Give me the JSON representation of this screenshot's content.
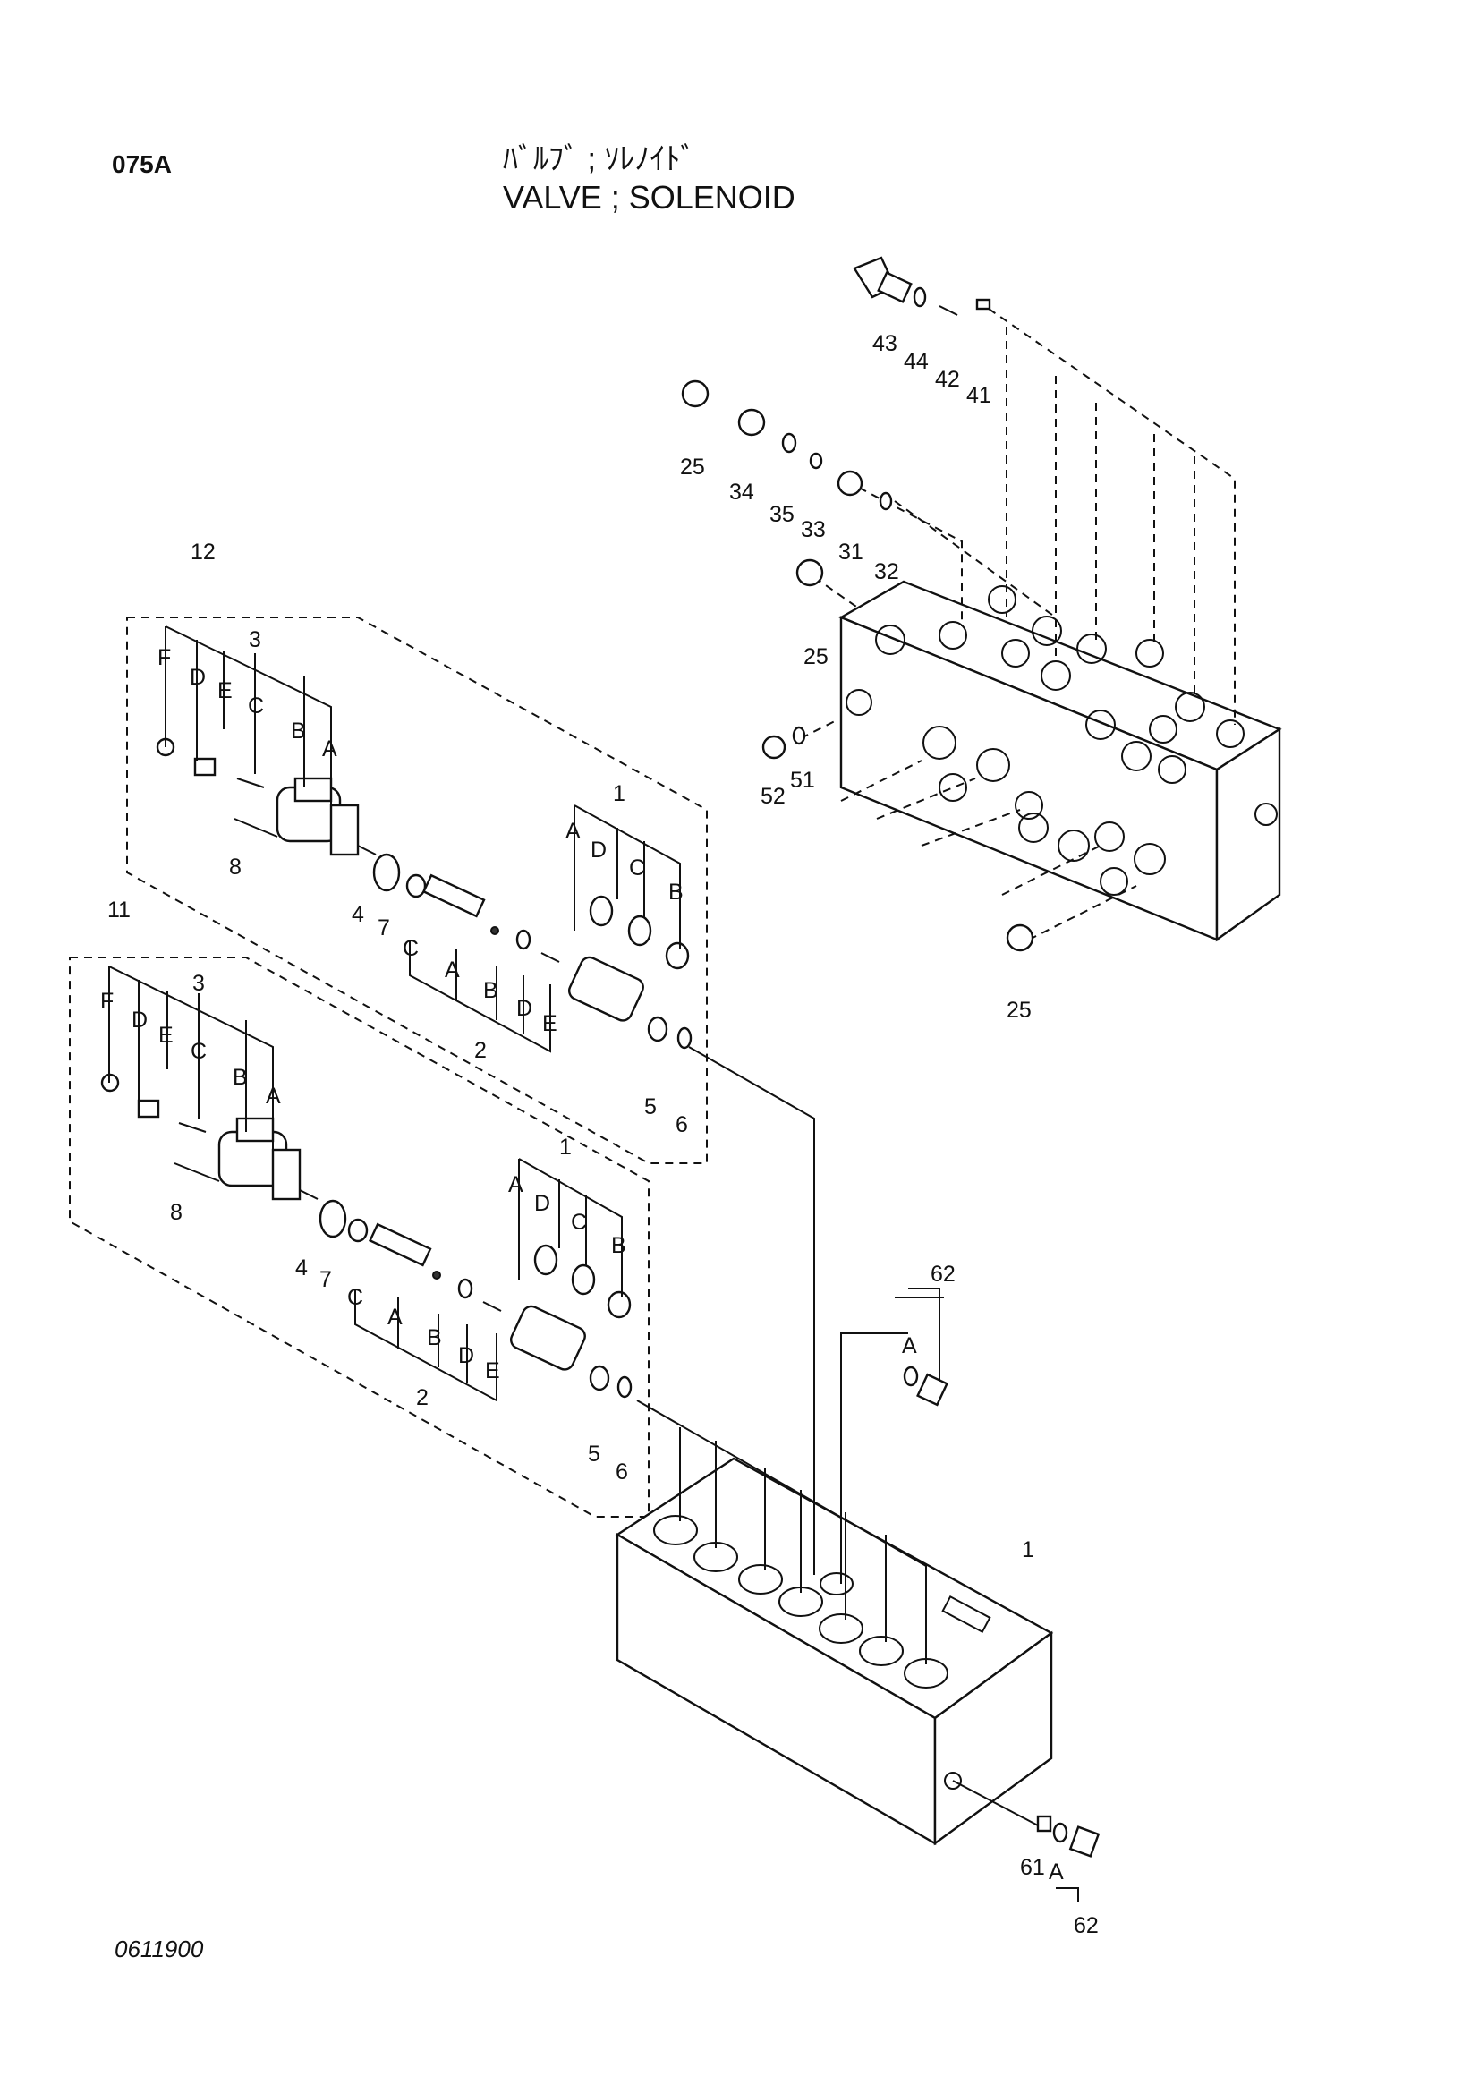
{
  "header": {
    "page_code": "075A",
    "title_jp": "ﾊﾞﾙﾌﾞ ; ｿﾚﾉｲﾄﾞ",
    "title_en": "VALVE ; SOLENOID"
  },
  "footer": {
    "doc_number": "0611900"
  },
  "callouts": {
    "c12": "12",
    "c11": "11",
    "c1a": "1",
    "c1b": "1",
    "c1c": "1",
    "c2a": "2",
    "c2b": "2",
    "c3a": "3",
    "c3b": "3",
    "c4a": "4",
    "c4b": "4",
    "c5a": "5",
    "c5b": "5",
    "c6a": "6",
    "c6b": "6",
    "c7a": "7",
    "c7b": "7",
    "c8a": "8",
    "c8b": "8",
    "c25a": "25",
    "c25b": "25",
    "c25c": "25",
    "c31": "31",
    "c32": "32",
    "c33": "33",
    "c34": "34",
    "c35": "35",
    "c41": "41",
    "c42": "42",
    "c43": "43",
    "c44": "44",
    "c51": "51",
    "c52": "52",
    "c61": "61",
    "c62a": "62",
    "c62b": "62"
  },
  "letters": {
    "u_F": "F",
    "u_D": "D",
    "u_E": "E",
    "u_C": "C",
    "u_B": "B",
    "u_A": "A",
    "u1_A": "A",
    "u1_D": "D",
    "u1_C": "C",
    "u1_B": "B",
    "u2_C": "C",
    "u2_A": "A",
    "u2_B": "B",
    "u2_D": "D",
    "u2_E": "E",
    "l_F": "F",
    "l_D": "D",
    "l_E": "E",
    "l_C": "C",
    "l_B": "B",
    "l_A": "A",
    "l1_A": "A",
    "l1_D": "D",
    "l1_C": "C",
    "l1_B": "B",
    "l2_C": "C",
    "l2_A": "A",
    "l2_B": "B",
    "l2_D": "D",
    "l2_E": "E",
    "r62_A": "A",
    "b62_A": "A"
  }
}
